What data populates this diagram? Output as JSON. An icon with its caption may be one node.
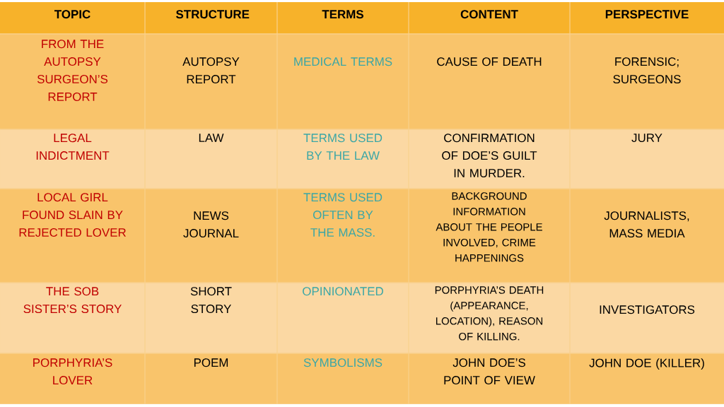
{
  "diagram": {
    "labels": [
      "TOPIC",
      "STRUCTURE",
      "TERMS",
      "CONTENT",
      "PERSPECTIVE",
      "FROM THE AUTOPSY SURGEON’S REPORT",
      "AUTOPSY REPORT",
      "MEDICAL TERMS",
      "CAUSE OF DEATH",
      "FORENSIC; SURGEONS",
      "LEGAL INDICTMENT",
      "LAW",
      "TERMS USED BY THE LAW",
      "CONFIRMATION OF DOE’S GUILT IN MURDER.",
      "JURY",
      "LOCAL GIRL FOUND SLAIN BY REJECTED LOVER",
      "NEWS JOURNAL",
      "TERMS USED OFTEN BY THE MASS.",
      "BACKGROUND INFORMATION ABOUT THE PEOPLE INVOLVED, CRIME HAPPENINGS",
      "JOURNALISTS, MASS MEDIA",
      "THE SOB SISTER’S STORY",
      "SHORT STORY",
      "OPINIONATED",
      "PORPHYRIA’S DEATH (APPEARANCE, LOCATION), REASON OF KILLING.",
      "INVESTIGATORS",
      "PORPHYRIA’S LOVER",
      "POEM",
      "SYMBOLISMS",
      "JOHN DOE’S POINT OF VIEW",
      "JOHN DOE (KILLER)"
    ]
  }
}
